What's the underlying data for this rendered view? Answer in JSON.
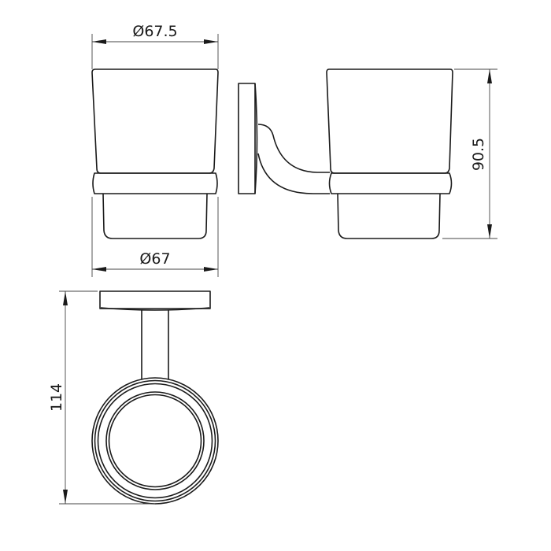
{
  "drawing": {
    "dimensions": {
      "top_diameter": "Ø67.5",
      "bottom_diameter": "Ø67",
      "height": "90.5",
      "depth": "114"
    }
  }
}
